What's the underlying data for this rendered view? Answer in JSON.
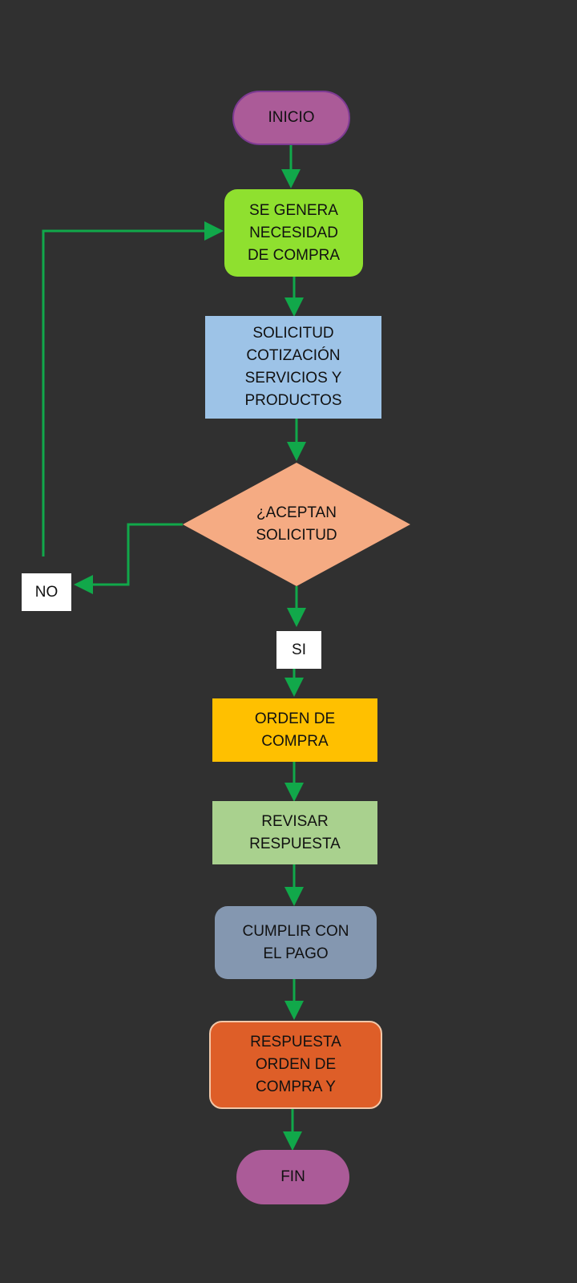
{
  "diagram": {
    "colors": {
      "background": "#303030",
      "connector": "#11a84a",
      "text": "#111111"
    },
    "nodes": {
      "start": {
        "label": "INICIO",
        "fill": "#ab5b98",
        "stroke": "#7d3a93"
      },
      "need": {
        "label": "SE GENERA\nNECESIDAD\nDE COMPRA",
        "fill": "#8fe02f"
      },
      "quote": {
        "label": "SOLICITUD\nCOTIZACIÓN\nSERVICIOS Y\nPRODUCTOS",
        "fill": "#9dc3e7"
      },
      "decision": {
        "label": "¿ACEPTAN\nSOLICITUD",
        "fill": "#f5ab83"
      },
      "no": {
        "label": "NO",
        "fill": "#ffffff"
      },
      "yes": {
        "label": "SI",
        "fill": "#ffffff"
      },
      "order": {
        "label": "ORDEN DE\nCOMPRA",
        "fill": "#ffc000"
      },
      "review": {
        "label": "REVISAR\nRESPUESTA",
        "fill": "#a9d18e"
      },
      "payment": {
        "label": "CUMPLIR CON\nEL PAGO",
        "fill": "#8497b0"
      },
      "response": {
        "label": "RESPUESTA\nORDEN DE\nCOMPRA Y",
        "fill": "#de5e28",
        "stroke": "#f2c7a8"
      },
      "end": {
        "label": "FIN",
        "fill": "#ab5b98"
      }
    }
  }
}
